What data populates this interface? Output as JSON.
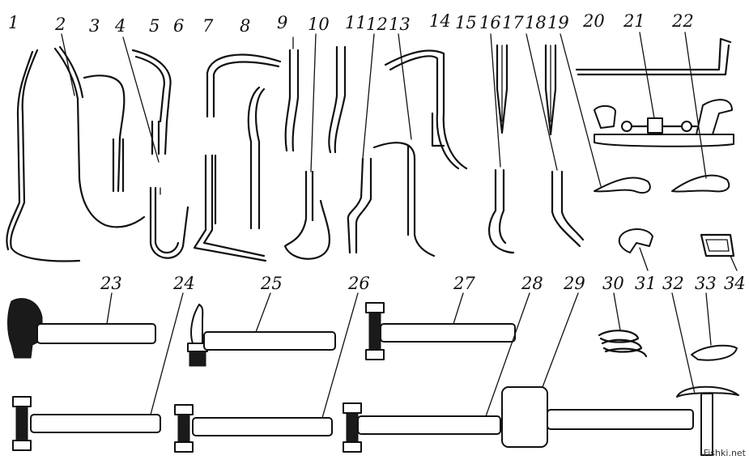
{
  "labels": [
    "1",
    "2",
    "3",
    "4",
    "5",
    "6",
    "7",
    "8",
    "9",
    "10",
    "11",
    "12",
    "13",
    "14",
    "15",
    "16",
    "17",
    "18",
    "19",
    "20",
    "21",
    "22",
    "23",
    "24",
    "25",
    "26",
    "27",
    "28",
    "29",
    "30",
    "31",
    "32",
    "33",
    "34"
  ],
  "watermark": "Fishki.net"
}
